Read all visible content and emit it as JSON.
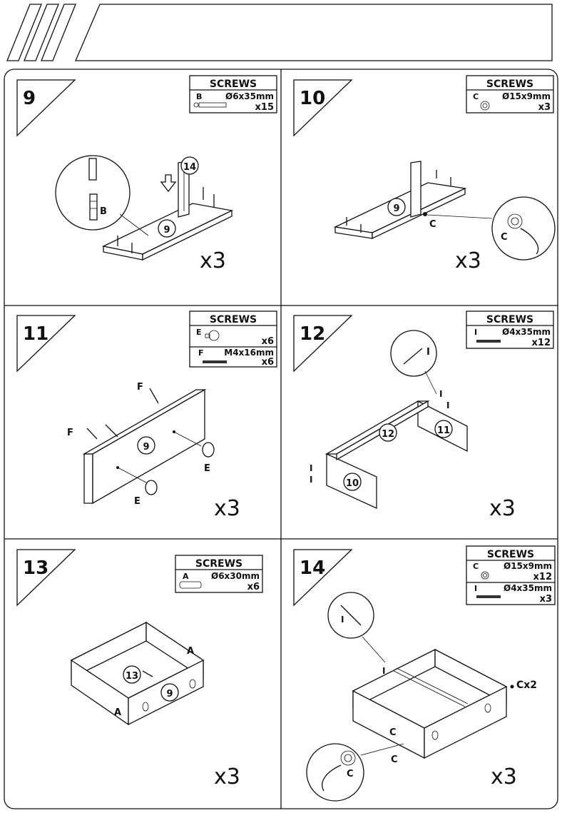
{
  "steps": [
    {
      "number": "9",
      "multiplier": "x3",
      "screws": {
        "title": "SCREWS",
        "rows": [
          {
            "code": "B",
            "spec": "Ø6x35mm",
            "qty": "x15"
          }
        ]
      },
      "labels": {
        "part_a": "14",
        "part_b": "9",
        "hw": "B"
      }
    },
    {
      "number": "10",
      "multiplier": "x3",
      "screws": {
        "title": "SCREWS",
        "rows": [
          {
            "code": "C",
            "spec": "Ø15x9mm",
            "qty": "x3"
          }
        ]
      },
      "labels": {
        "part_b": "9",
        "hw1": "C",
        "hw2": "C"
      }
    },
    {
      "number": "11",
      "multiplier": "x3",
      "screws": {
        "title": "SCREWS",
        "rows": [
          {
            "code": "E",
            "spec": "",
            "qty": "x6"
          },
          {
            "code": "F",
            "spec": "M4x16mm",
            "qty": "x6"
          }
        ]
      },
      "labels": {
        "part_b": "9",
        "f1": "F",
        "f2": "F",
        "e1": "E",
        "e2": "E"
      }
    },
    {
      "number": "12",
      "multiplier": "x3",
      "screws": {
        "title": "SCREWS",
        "rows": [
          {
            "code": "I",
            "spec": "Ø4x35mm",
            "qty": "x12"
          }
        ]
      },
      "labels": {
        "p12": "12",
        "p11": "11",
        "p10": "10",
        "i1": "I",
        "i2": "I",
        "i3": "I",
        "i4": "I",
        "i5": "I"
      }
    },
    {
      "number": "13",
      "multiplier": "x3",
      "screws": {
        "title": "SCREWS",
        "rows": [
          {
            "code": "A",
            "spec": "Ø6x30mm",
            "qty": "x6"
          }
        ]
      },
      "labels": {
        "p13": "13",
        "p9": "9",
        "a1": "A",
        "a2": "A"
      }
    },
    {
      "number": "14",
      "multiplier": "x3",
      "screws": {
        "title": "SCREWS",
        "rows": [
          {
            "code": "C",
            "spec": "Ø15x9mm",
            "qty": "x12"
          },
          {
            "code": "I",
            "spec": "Ø4x35mm",
            "qty": "x3"
          }
        ]
      },
      "labels": {
        "cx2": "Cx2",
        "c1": "C",
        "c2": "C",
        "c3": "C",
        "i1": "I",
        "i2": "I"
      }
    }
  ]
}
